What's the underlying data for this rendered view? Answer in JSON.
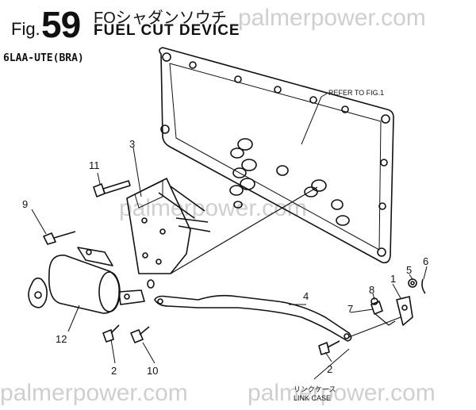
{
  "header": {
    "fig_prefix": "Fig.",
    "fig_number": "59",
    "title_jp": "FOシャダンソウチ",
    "title_en": "FUEL CUT DEVICE",
    "model": "6LAA-UTE(BRA)"
  },
  "watermark": "palmerpower.com",
  "notes": {
    "refer": "REFER TO FIG.1",
    "link_case_jp": "リンクケース",
    "link_case_en": "LINK CASE"
  },
  "parts": {
    "p1": "1",
    "p2a": "2",
    "p2b": "2",
    "p3": "3",
    "p4": "4",
    "p5": "5",
    "p6": "6",
    "p7": "7",
    "p8": "8",
    "p9": "9",
    "p10": "10",
    "p11": "11",
    "p12": "12"
  }
}
